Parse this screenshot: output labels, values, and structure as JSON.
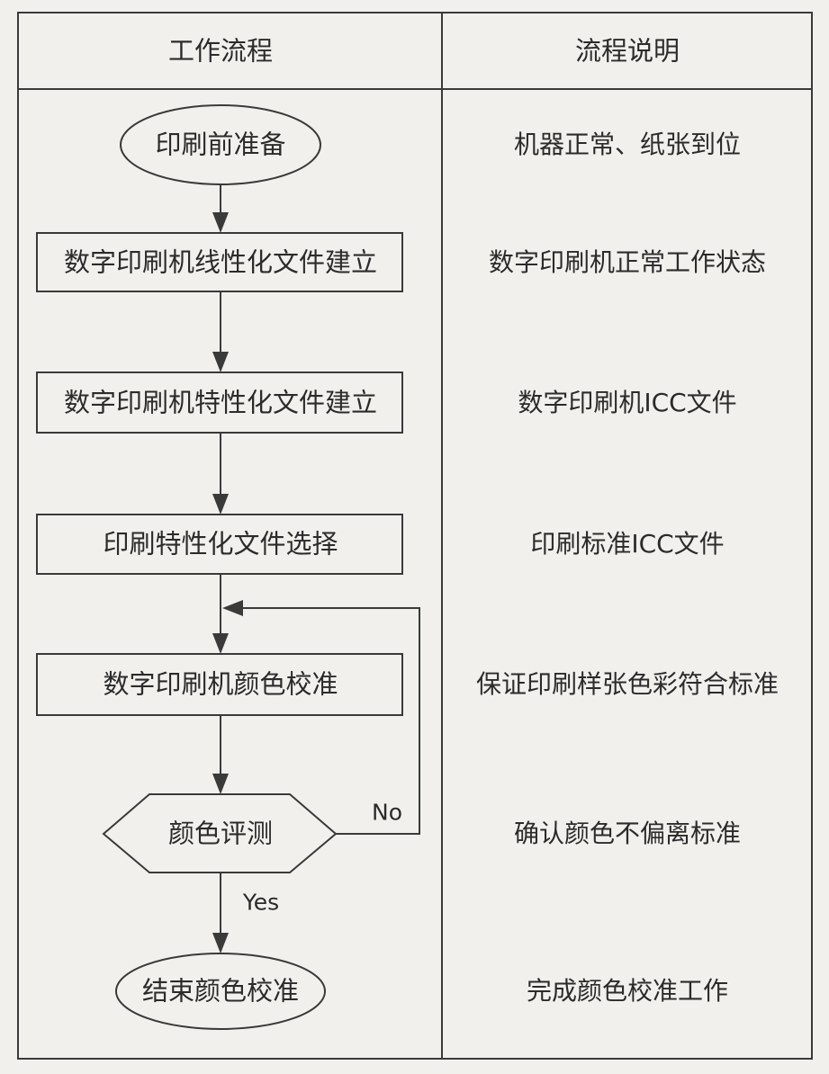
{
  "table": {
    "header": {
      "workflow": "工作流程",
      "description": "流程说明"
    }
  },
  "flow": {
    "nodes": [
      {
        "label": "印刷前准备"
      },
      {
        "label": "数字印刷机线性化文件建立"
      },
      {
        "label": "数字印刷机特性化文件建立"
      },
      {
        "label": "印刷特性化文件选择"
      },
      {
        "label": "数字印刷机颜色校准"
      },
      {
        "label": "颜色评测"
      },
      {
        "label": "结束颜色校准"
      }
    ],
    "edge_labels": {
      "no": "No",
      "yes": "Yes"
    }
  },
  "descriptions": [
    "机器正常、纸张到位",
    "数字印刷机正常工作状态",
    "数字印刷机ICC文件",
    "印刷标准ICC文件",
    "保证印刷样张色彩符合标准",
    "确认颜色不偏离标准",
    "完成颜色校准工作"
  ],
  "colors": {
    "line": "#3a3a3a",
    "background": "#f1f0ec"
  }
}
